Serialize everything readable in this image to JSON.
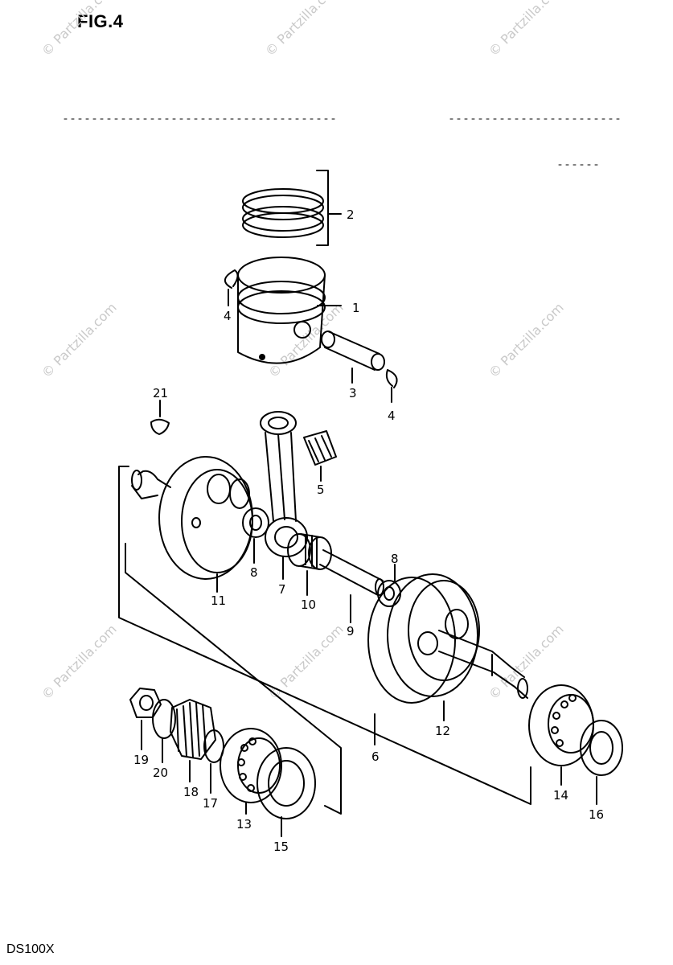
{
  "figure": {
    "title": "FIG.4",
    "model": "DS100X"
  },
  "watermark": {
    "text": "© Partzilla.com"
  },
  "callouts": [
    "1",
    "2",
    "3",
    "4",
    "4",
    "5",
    "6",
    "7",
    "8",
    "8",
    "9",
    "10",
    "11",
    "12",
    "13",
    "14",
    "15",
    "16",
    "17",
    "18",
    "19",
    "20",
    "21"
  ]
}
